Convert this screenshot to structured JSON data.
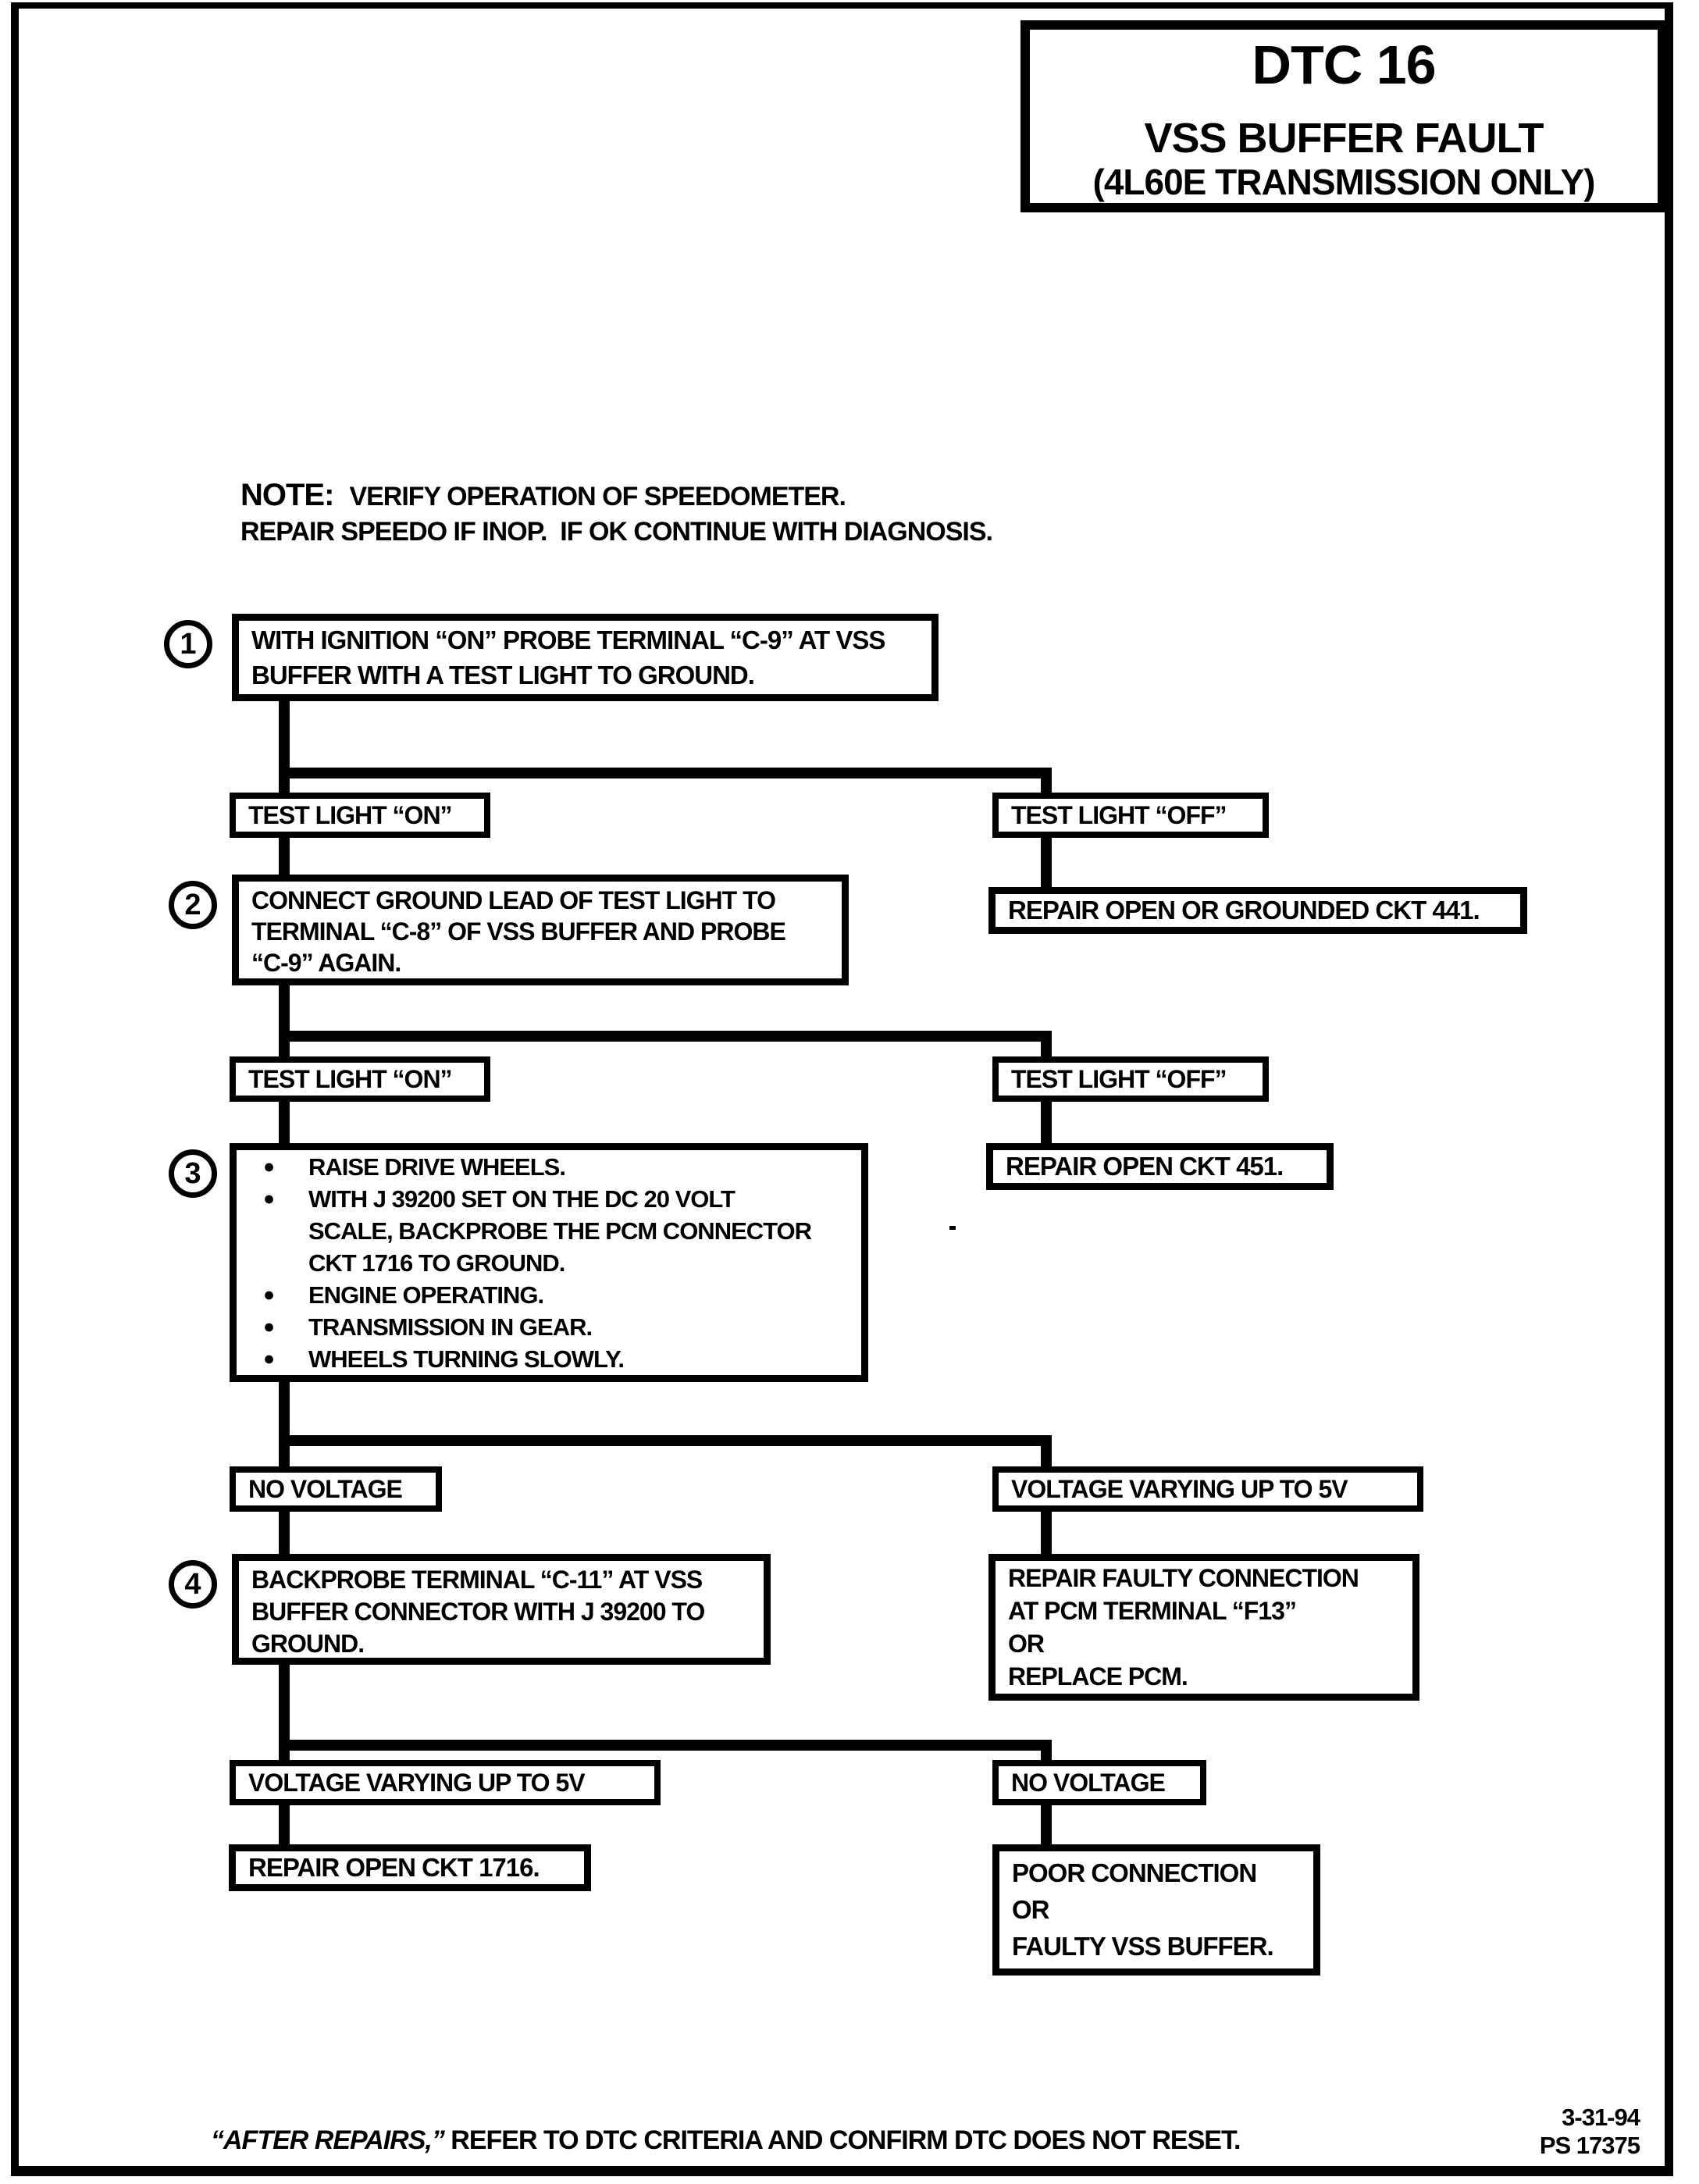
{
  "header": {
    "code": "DTC 16",
    "title": "VSS BUFFER FAULT",
    "subtitle": "(4L60E TRANSMISSION ONLY)"
  },
  "note": {
    "label": "NOTE:",
    "line1": "VERIFY OPERATION OF SPEEDOMETER.",
    "line2": "REPAIR SPEEDO IF INOP.  IF OK CONTINUE WITH DIAGNOSIS."
  },
  "flow": {
    "step1": {
      "num": "1",
      "lines": [
        "WITH IGNITION “ON” PROBE TERMINAL “C-9” AT VSS",
        "BUFFER WITH A TEST LIGHT TO GROUND."
      ]
    },
    "branch1": {
      "left": "TEST LIGHT “ON”",
      "right": "TEST LIGHT “OFF”",
      "right_action": "REPAIR OPEN OR GROUNDED CKT 441."
    },
    "step2": {
      "num": "2",
      "lines": [
        "CONNECT GROUND LEAD OF TEST LIGHT TO",
        "TERMINAL “C-8” OF VSS BUFFER AND PROBE",
        "“C-9” AGAIN."
      ]
    },
    "branch2": {
      "left": "TEST LIGHT “ON”",
      "right": "TEST LIGHT “OFF”",
      "right_action": "REPAIR OPEN CKT 451."
    },
    "step3": {
      "num": "3",
      "lines": [
        "RAISE DRIVE WHEELS.",
        "WITH J 39200 SET ON THE DC 20 VOLT",
        "SCALE, BACKPROBE THE PCM CONNECTOR",
        "CKT 1716 TO GROUND.",
        "ENGINE OPERATING.",
        "TRANSMISSION IN GEAR.",
        "WHEELS TURNING SLOWLY."
      ]
    },
    "branch3": {
      "left": "NO VOLTAGE",
      "right": "VOLTAGE VARYING UP TO 5V",
      "right_action_lines": [
        "REPAIR FAULTY CONNECTION",
        "AT PCM TERMINAL “F13”",
        "OR",
        "REPLACE PCM."
      ]
    },
    "step4": {
      "num": "4",
      "lines": [
        "BACKPROBE TERMINAL “C-11” AT VSS",
        "BUFFER CONNECTOR WITH J 39200 TO",
        "GROUND."
      ]
    },
    "branch4": {
      "left": "VOLTAGE VARYING UP TO 5V",
      "right": "NO VOLTAGE",
      "left_action": "REPAIR OPEN CKT 1716.",
      "right_action_lines": [
        "POOR CONNECTION",
        "OR",
        "FAULTY VSS BUFFER."
      ]
    }
  },
  "footer": {
    "quote": "“AFTER REPAIRS,”",
    "text": " REFER TO DTC CRITERIA AND CONFIRM DTC DOES NOT RESET.",
    "date": "3-31-94",
    "doc": "PS 17375"
  }
}
